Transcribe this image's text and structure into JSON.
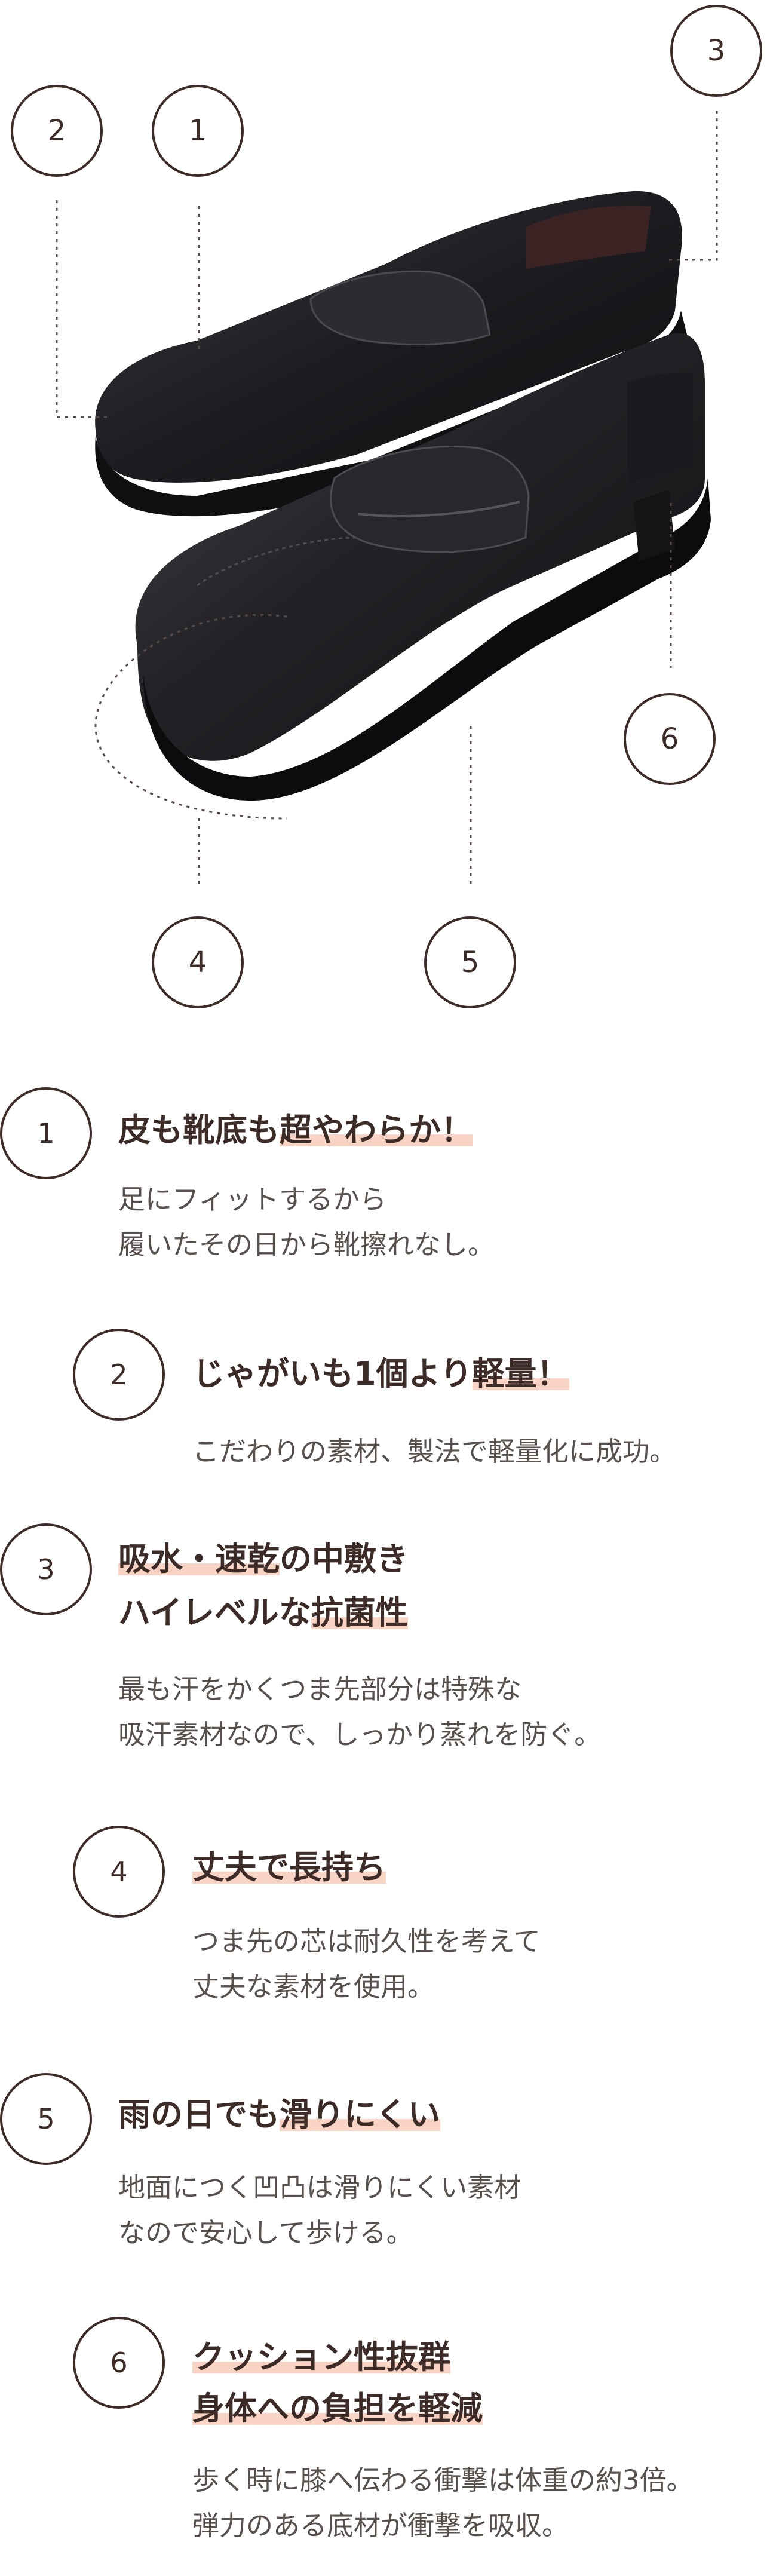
{
  "colors": {
    "text": "#3c2b27",
    "subtext": "#57504d",
    "highlight": "#f9d3c4",
    "shoe": "#1e1e22"
  },
  "figure": {
    "icon": "penny-loafer-shoe-image",
    "callouts": [
      "1",
      "2",
      "3",
      "4",
      "5",
      "6"
    ]
  },
  "features": [
    {
      "num": "1",
      "title_pre": "皮も靴底も",
      "title_hl": "超やわらか！",
      "desc": [
        "足にフィットするから",
        "履いたその日から靴擦れなし。"
      ]
    },
    {
      "num": "2",
      "title_pre": "じゃがいも1個より",
      "title_hl": "軽量！",
      "desc": [
        "こだわりの素材、製法で軽量化に成功。"
      ]
    },
    {
      "num": "3",
      "title_hl": "吸水・速乾",
      "title_post": "の中敷き",
      "title2_pre": "ハイレベルな",
      "title2_hl": "抗菌性",
      "desc": [
        "最も汗をかくつま先部分は特殊な",
        "吸汗素材なので、しっかり蒸れを防ぐ。"
      ]
    },
    {
      "num": "4",
      "title_hl": "丈夫で長持ち",
      "desc": [
        "つま先の芯は耐久性を考えて",
        "丈夫な素材を使用。"
      ]
    },
    {
      "num": "5",
      "title_pre": "雨の日でも",
      "title_hl": "滑りにくい",
      "desc": [
        "地面につく凹凸は滑りにくい素材",
        "なので安心して歩ける。"
      ]
    },
    {
      "num": "6",
      "title_hl": "クッション性抜群",
      "title2_hl": "身体への負担を軽減",
      "desc": [
        "歩く時に膝へ伝わる衝撃は体重の約3倍。",
        "弾力のある底材が衝撃を吸収。"
      ]
    }
  ]
}
